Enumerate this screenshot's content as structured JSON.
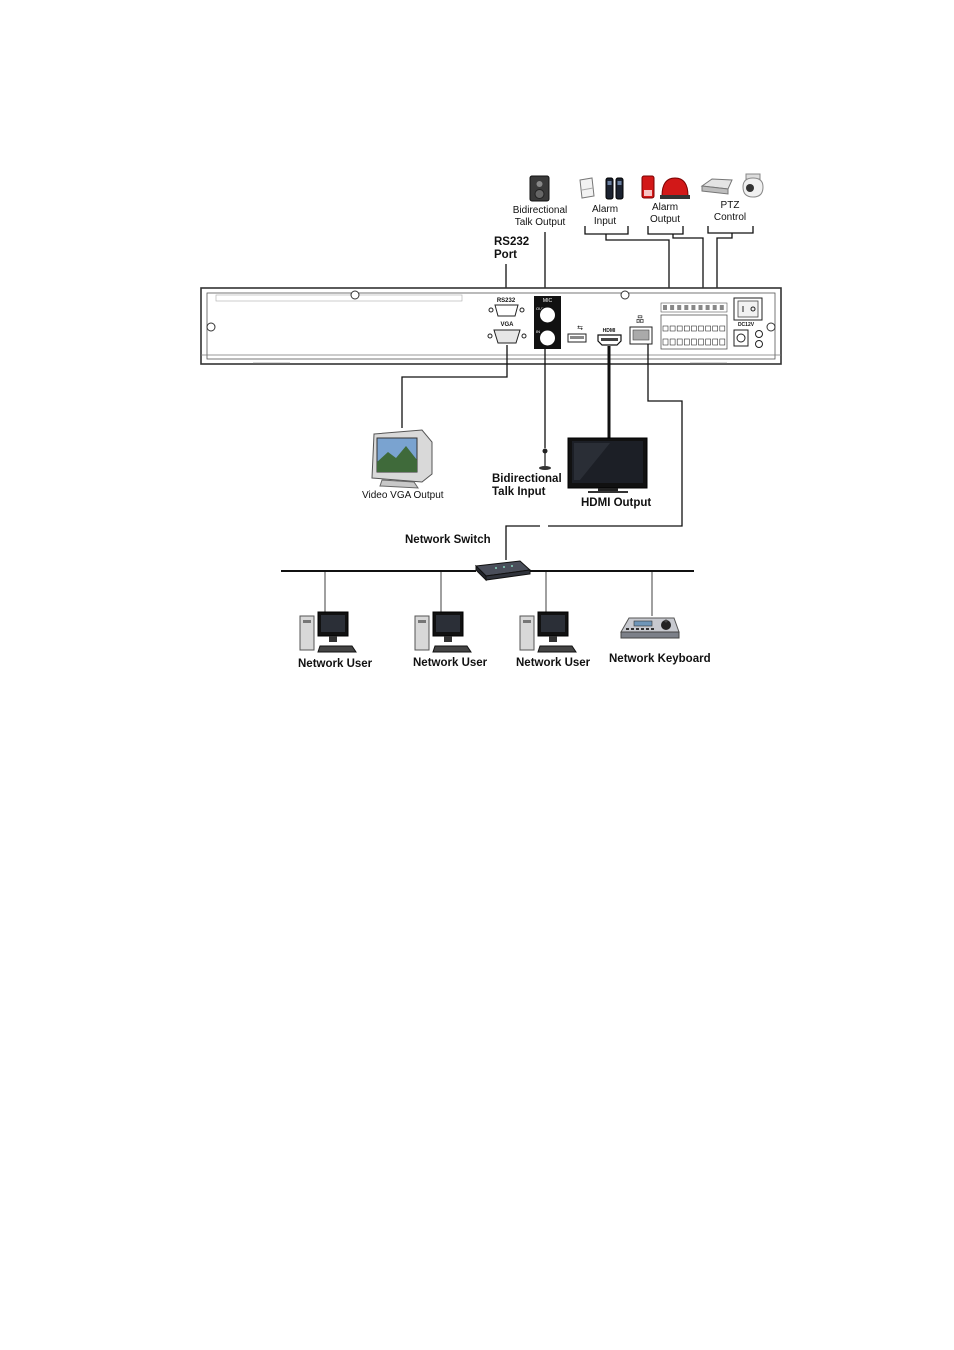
{
  "labels": {
    "talk_output_l1": "Bidirectional",
    "talk_output_l2": "Talk Output",
    "alarm_input_l1": "Alarm",
    "alarm_input_l2": "Input",
    "alarm_output_l1": "Alarm",
    "alarm_output_l2": "Output",
    "ptz_l1": "PTZ",
    "ptz_l2": "Control",
    "rs232_l1": "RS232",
    "rs232_l2": "Port",
    "video_vga_output": "Video VGA Output",
    "talk_input_l1": "Bidirectional",
    "talk_input_l2": "Talk Input",
    "hdmi_output": "HDMI Output",
    "network_switch": "Network Switch",
    "network_user_1": "Network User",
    "network_user_2": "Network User",
    "network_user_3": "Network User",
    "network_keyboard": "Network Keyboard"
  },
  "panel_markings": {
    "rs232": "RS232",
    "vga": "VGA",
    "mic": "MIC",
    "out": "OUT",
    "in": "IN",
    "hdmi": "HDMI",
    "power": "DC12V"
  },
  "colors": {
    "line": "#111111",
    "panel_stroke": "#333333",
    "alarm_red": "#d21818"
  },
  "icons": [
    "speaker-icon",
    "alarm-sensor-icon",
    "beam-sensor-icon",
    "siren-icon",
    "camera-housing-icon",
    "dome-camera-icon",
    "crt-monitor-icon",
    "microphone-icon",
    "hdmi-tv-icon",
    "network-switch-icon",
    "desktop-computer-icon",
    "ptz-keyboard-icon"
  ]
}
